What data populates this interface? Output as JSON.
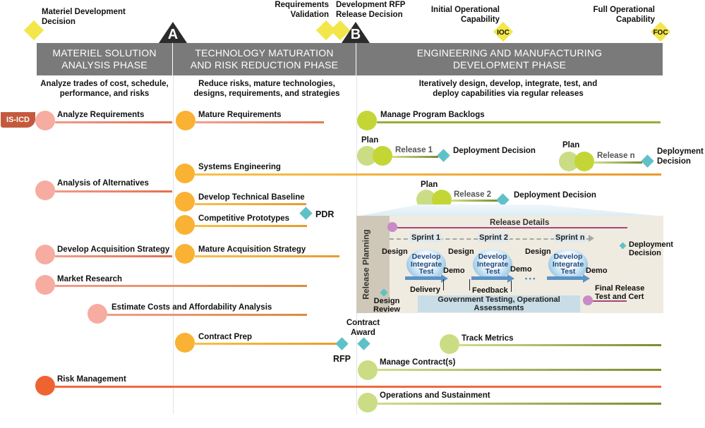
{
  "milestones": {
    "mdd": "Materiel Development Decision",
    "req_validation": "Requirements Validation",
    "dev_rfp": "Development RFP Release Decision",
    "ioc_title": "Initial Operational Capability",
    "ioc": "IOC",
    "foc_title": "Full Operational Capability",
    "foc": "FOC",
    "a": "A",
    "b": "B"
  },
  "phases": [
    {
      "name": "MATERIEL SOLUTION ANALYSIS PHASE",
      "line1": "MATERIEL SOLUTION",
      "line2": "ANALYSIS PHASE",
      "desc1": "Analyze trades of cost, schedule,",
      "desc2": "performance, and risks"
    },
    {
      "name": "TECHNOLOGY MATURATION AND RISK REDUCTION PHASE",
      "line1": "TECHNOLOGY MATURATION",
      "line2": "AND RISK REDUCTION PHASE",
      "desc1": "Reduce risks, mature technologies,",
      "desc2": "designs, requirements, and strategies"
    },
    {
      "name": "ENGINEERING AND MANUFACTURING DEVELOPMENT PHASE",
      "line1": "ENGINEERING AND MANUFACTURING",
      "line2": "DEVELOPMENT PHASE",
      "desc1": "Iteratively design, develop, integrate, test, and",
      "desc2": "deploy capabilities via regular releases"
    }
  ],
  "isicd": "IS-ICD",
  "activities": {
    "analyze_requirements": "Analyze Requirements",
    "analysis_of_alternatives": "Analysis of Alternatives",
    "develop_acquisition_strategy": "Develop Acquisition Strategy",
    "market_research": "Market Research",
    "estimate_costs": "Estimate Costs and Affordability Analysis",
    "risk_management": "Risk Management",
    "mature_requirements": "Mature Requirements",
    "systems_engineering": "Systems Engineering",
    "develop_technical_baseline": "Develop Technical Baseline",
    "competitive_prototypes": "Competitive Prototypes",
    "pdr": "PDR",
    "mature_acquisition_strategy": "Mature Acquisition Strategy",
    "contract_prep": "Contract Prep",
    "rfp": "RFP",
    "contract_award": "Contract Award",
    "manage_program_backlogs": "Manage Program Backlogs",
    "track_metrics": "Track Metrics",
    "manage_contracts": "Manage Contract(s)",
    "operations_sustainment": "Operations and Sustainment"
  },
  "releases": [
    {
      "plan": "Plan",
      "release": "Release 1",
      "decision": "Deployment Decision"
    },
    {
      "plan": "Plan",
      "release": "Release 2",
      "decision": "Deployment Decision"
    },
    {
      "plan": "Plan",
      "release": "Release n",
      "decision": "Deployment Decision"
    }
  ],
  "release_planning": {
    "side_label": "Release Planning",
    "title": "Release Details",
    "sprints": [
      "Sprint 1",
      "Sprint 2",
      "Sprint n"
    ],
    "design": "Design",
    "cycle": [
      "Develop",
      "Integrate",
      "Test"
    ],
    "demo": "Demo",
    "delivery": "Delivery",
    "feedback": "Feedback",
    "ellipsis": "• • •",
    "design_review": "Design Review",
    "gov_testing": "Government Testing, Operational Assessments",
    "deployment_decision": "Deployment Decision",
    "final_release": "Final Release Test and Cert"
  }
}
